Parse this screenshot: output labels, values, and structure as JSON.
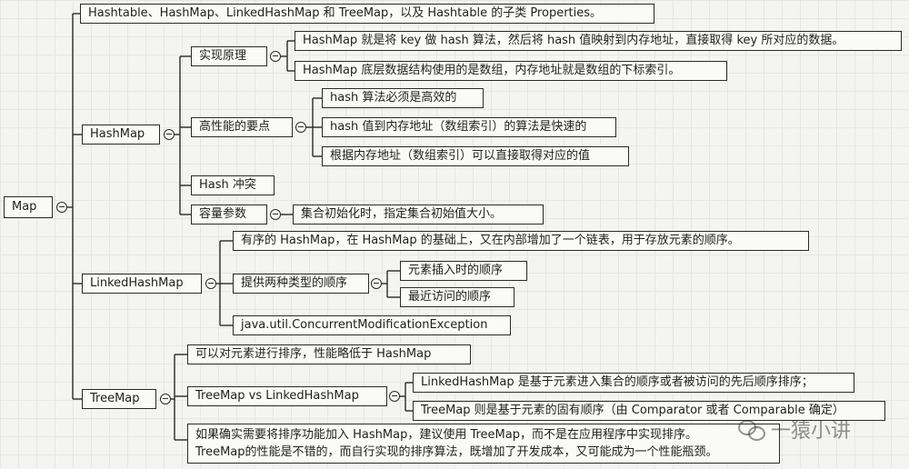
{
  "map": {
    "root": "Map",
    "top_note": "Hashtable、HashMap、LinkedHashMap 和 TreeMap，以及 Hashtable 的子类 Properties。",
    "hashmap": {
      "label": "HashMap",
      "principle": {
        "label": "实现原理",
        "items": [
          "HashMap 就是将 key 做 hash 算法，然后将 hash 值映射到内存地址，直接取得 key 所对应的数据。",
          "HashMap 底层数据结构使用的是数组，内存地址就是数组的下标索引。"
        ]
      },
      "performance": {
        "label": "高性能的要点",
        "items": [
          "hash 算法必须是高效的",
          "hash 值到内存地址（数组索引）的算法是快速的",
          "根据内存地址（数组索引）可以直接取得对应的值"
        ]
      },
      "conflict": "Hash 冲突",
      "capacity": {
        "label": "容量参数",
        "item": "集合初始化时，指定集合初始值大小。"
      }
    },
    "linkedhashmap": {
      "label": "LinkedHashMap",
      "ordered": "有序的 HashMap，在 HashMap 的基础上，又在内部增加了一个链表，用于存放元素的顺序。",
      "two_orders": {
        "label": "提供两种类型的顺序",
        "items": [
          "元素插入时的顺序",
          "最近访问的顺序"
        ]
      },
      "exception": "java.util.ConcurrentModificationException"
    },
    "treemap": {
      "label": "TreeMap",
      "sortable": "可以对元素进行排序，性能略低于 HashMap",
      "vs": {
        "label": "TreeMap vs LinkedHashMap",
        "items": [
          "LinkedHashMap 是基于元素进入集合的顺序或者被访问的先后顺序排序；",
          "TreeMap 则是基于元素的固有顺序（由 Comparator 或者 Comparable 确定）"
        ]
      },
      "advice_line1": "如果确实需要将排序功能加入 HashMap，建议使用 TreeMap，而不是在应用程序中实现排序。",
      "advice_line2": "TreeMap的性能是不错的，而自行实现的排序算法，既增加了开发成本，又可能成为一个性能瓶颈。"
    }
  },
  "watermark": "一猿小讲"
}
